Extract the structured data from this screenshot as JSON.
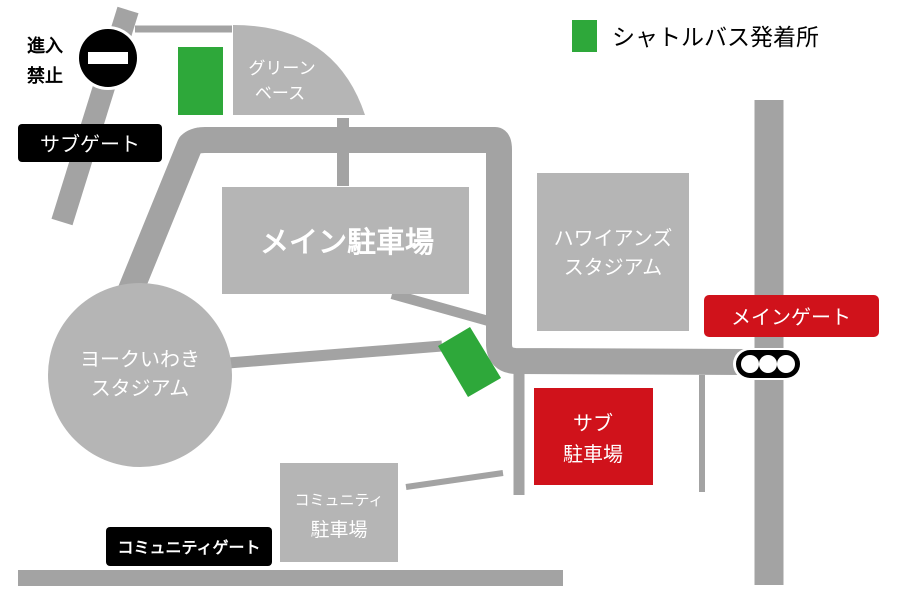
{
  "legend": {
    "shuttle_label": "シャトルバス発着所",
    "shuttle_color": "#2ea83a"
  },
  "no_entry": {
    "line1": "進入",
    "line2": "禁止",
    "icon": "no-entry-icon"
  },
  "gates": {
    "sub_gate": "サブゲート",
    "main_gate": "メインゲート",
    "community_gate": "コミュニティゲート"
  },
  "places": {
    "green_base": {
      "line1": "グリーン",
      "line2": "ベース"
    },
    "main_parking": "メイン駐車場",
    "hawaiians": {
      "line1": "ハワイアンズ",
      "line2": "スタジアム"
    },
    "yoke_stadium": {
      "line1": "ヨークいわき",
      "line2": "スタジアム"
    },
    "sub_parking": {
      "line1": "サブ",
      "line2": "駐車場"
    },
    "community_parking": {
      "line1": "コミュニティ",
      "line2": "駐車場"
    }
  },
  "colors": {
    "road": "#a3a3a3",
    "building": "#b5b5b5",
    "red": "#d0121b",
    "black": "#000000",
    "green": "#2ea83a"
  },
  "traffic_light_icon": "traffic-light-icon"
}
